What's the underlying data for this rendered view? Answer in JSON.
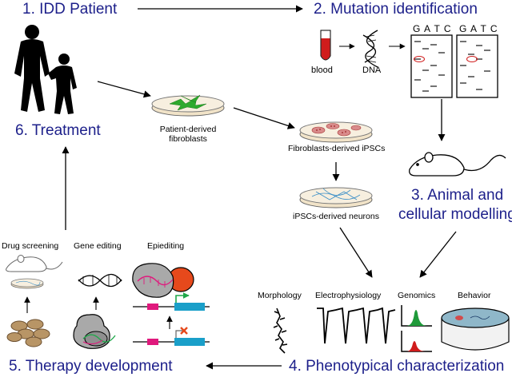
{
  "steps": {
    "s1": "1. IDD Patient",
    "s2": "2. Mutation identification",
    "s3_line1": "3. Animal and",
    "s3_line2": "cellular modelling",
    "s4": "4. Phenotypical characterization",
    "s5": "5. Therapy development",
    "s6": "6. Treatment"
  },
  "labels": {
    "blood": "blood",
    "dna": "DNA",
    "gel1": "G A T C",
    "gel2": "G A T C",
    "fibro_line1": "Patient-derived",
    "fibro_line2": "fibroblasts",
    "ipsc": "Fibroblasts-derived iPSCs",
    "neurons": "iPSCs-derived neurons",
    "morphology": "Morphology",
    "electro": "Electrophysiology",
    "genomics": "Genomics",
    "behavior": "Behavior",
    "drug": "Drug screening",
    "gene": "Gene editing",
    "epi": "Epiediting"
  },
  "colors": {
    "title_blue": "#1c1f8a",
    "blood_red": "#d01c1c",
    "fibro_green": "#2eaa2e",
    "ipsc_red": "#c0392b",
    "neuron_blue": "#3b8fc7",
    "epi_orange": "#e6491c",
    "epi_magenta": "#e0197d",
    "epi_cyan": "#1a9fc9",
    "arrow_green": "#1fa84a"
  }
}
